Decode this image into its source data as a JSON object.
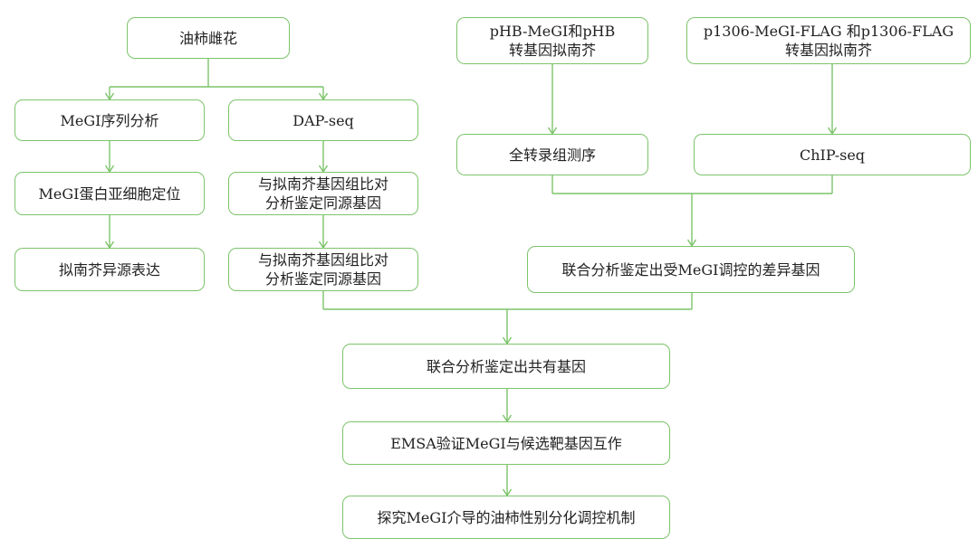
{
  "diagram": {
    "line_color": "#7cc46a",
    "node_border_color": "#7cc46a",
    "text_color": "#222222",
    "nodes": {
      "persimmon_flower": {
        "lines": [
          "油柿雌花"
        ]
      },
      "megi_sequence": {
        "lines": [
          "MeGI序列分析"
        ]
      },
      "dap_seq": {
        "lines": [
          "DAP-seq"
        ]
      },
      "megi_localization": {
        "lines": [
          "MeGI蛋白亚细胞定位"
        ]
      },
      "homolog_alignment_1": {
        "lines": [
          "与拟南芥基因组比对",
          "分析鉴定同源基因"
        ]
      },
      "arabidopsis_expression": {
        "lines": [
          "拟南芥异源表达"
        ]
      },
      "homolog_alignment_2": {
        "lines": [
          "与拟南芥基因组比对",
          "分析鉴定同源基因"
        ]
      },
      "phb_transgenic": {
        "lines": [
          "pHB-MeGI和pHB",
          "转基因拟南芥"
        ]
      },
      "p1306_transgenic": {
        "lines": [
          "p1306-MeGI-FLAG 和p1306-FLAG",
          "转基因拟南芥"
        ]
      },
      "transcriptome": {
        "lines": [
          "全转录组测序"
        ]
      },
      "chip_seq": {
        "lines": [
          "ChIP-seq"
        ]
      },
      "diff_genes": {
        "lines": [
          "联合分析鉴定出受MeGI调控的差异基因"
        ]
      },
      "common_genes": {
        "lines": [
          "联合分析鉴定出共有基因"
        ]
      },
      "emsa": {
        "lines": [
          "EMSA验证MeGI与候选靶基因互作"
        ]
      },
      "mechanism": {
        "lines": [
          "探究MeGI介导的油柿性别分化调控机制"
        ]
      }
    }
  }
}
